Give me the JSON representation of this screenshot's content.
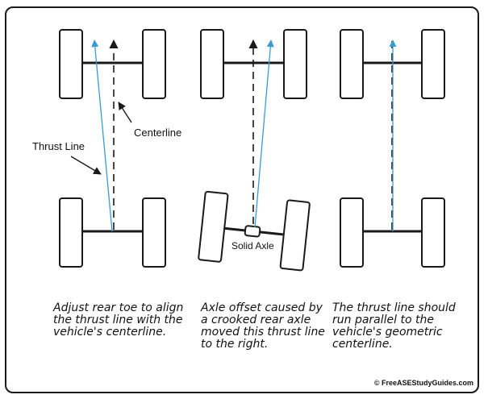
{
  "labels": {
    "thrust_line": "Thrust Line",
    "centerline": "Centerline",
    "solid_axle": "Solid Axle"
  },
  "captions": [
    "Adjust rear toe to align the thrust line with the vehicle's centerline.",
    "Axle offset caused by a crooked rear axle moved this thrust line to the right.",
    "The thrust line should run parallel to the vehicle's geometric centerline."
  ],
  "credit": "© FreeASEStudyGuides.com",
  "colors": {
    "thrust_line": "#3a9bd4",
    "outline": "#1a1a1a"
  }
}
